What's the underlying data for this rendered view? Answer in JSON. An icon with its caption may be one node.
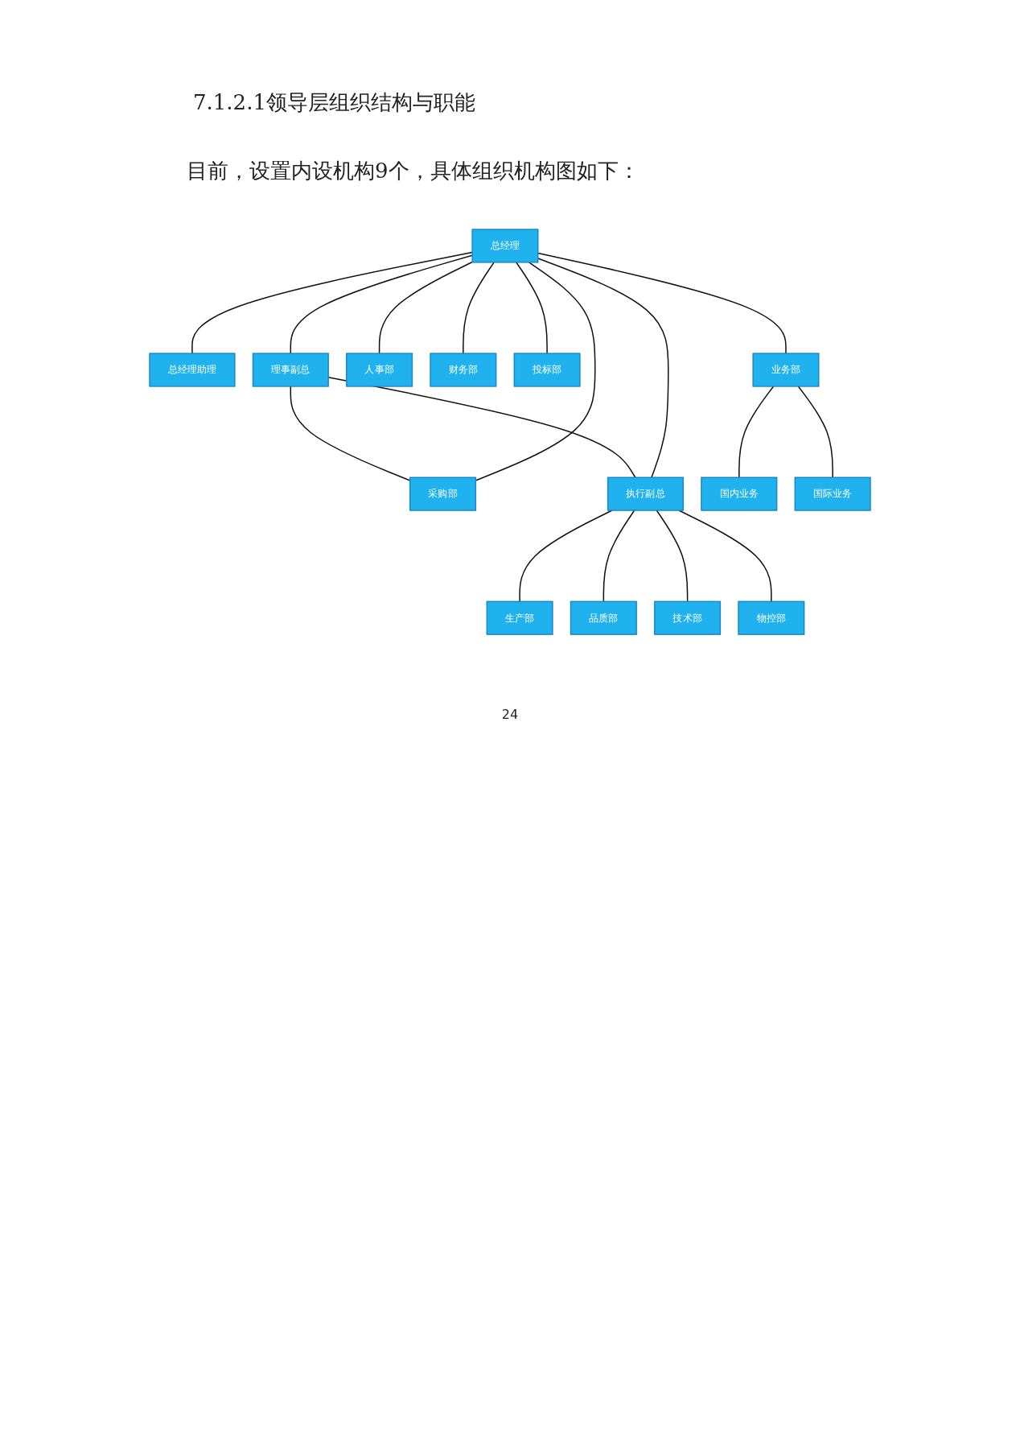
{
  "diagram": {
    "title": "7.1.2.1领导层组织结构与职能",
    "nodes": [
      {
        "text": [
          "总经理"
        ]
      },
      {
        "text": [
          "总经理助理"
        ]
      },
      {
        "text": [
          "理事副总"
        ]
      },
      {
        "text": [
          "人事部"
        ]
      },
      {
        "text": [
          "财务部"
        ]
      },
      {
        "text": [
          "投标部"
        ]
      },
      {
        "text": [
          "业务部"
        ]
      },
      {
        "text": [
          "采购部"
        ]
      },
      {
        "text": [
          "执行副总"
        ]
      },
      {
        "text": [
          "国内业务"
        ]
      },
      {
        "text": [
          "国际业务"
        ]
      },
      {
        "text": [
          "生产部"
        ]
      },
      {
        "text": [
          "品质部"
        ]
      },
      {
        "text": [
          "技术部"
        ]
      },
      {
        "text": [
          "物控部"
        ]
      }
    ],
    "edges": [
      {
        "from": 0,
        "to": 1,
        "arrow": "none"
      },
      {
        "from": 0,
        "to": 2,
        "arrow": "none"
      },
      {
        "from": 2,
        "to": 7,
        "arrow": "none"
      },
      {
        "from": 2,
        "to": 8,
        "arrow": "none"
      },
      {
        "from": 0,
        "to": 7,
        "arrow": "none"
      },
      {
        "from": 0,
        "to": 8,
        "arrow": "none"
      },
      {
        "from": 0,
        "to": 3,
        "arrow": "none"
      },
      {
        "from": 0,
        "to": 4,
        "arrow": "none"
      },
      {
        "from": 0,
        "to": 5,
        "arrow": "none"
      },
      {
        "from": 0,
        "to": 6,
        "arrow": "none"
      },
      {
        "from": 6,
        "to": 9,
        "arrow": "none"
      },
      {
        "from": 6,
        "to": 10,
        "arrow": "none"
      },
      {
        "from": 8,
        "to": 11,
        "arrow": "none"
      },
      {
        "from": 8,
        "to": 12,
        "arrow": "none"
      },
      {
        "from": 8,
        "to": 13,
        "arrow": "none"
      },
      {
        "from": 8,
        "to": 14,
        "arrow": "none"
      }
    ],
    "labels": [
      "目前，设置内设机构9个，具体组织机构图如下：",
      "24"
    ]
  }
}
